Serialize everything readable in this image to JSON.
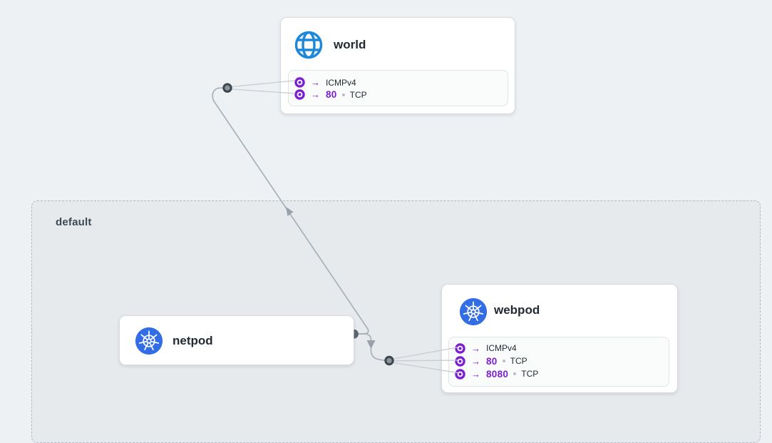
{
  "namespace": {
    "label": "default"
  },
  "nodes": {
    "world": {
      "title": "world",
      "icon": "globe-icon",
      "ports": [
        {
          "protocol": "ICMPv4"
        },
        {
          "port": "80",
          "protocol": "TCP"
        }
      ]
    },
    "netpod": {
      "title": "netpod",
      "icon": "kubernetes-icon",
      "ports": []
    },
    "webpod": {
      "title": "webpod",
      "icon": "kubernetes-icon",
      "ports": [
        {
          "protocol": "ICMPv4"
        },
        {
          "port": "80",
          "protocol": "TCP"
        },
        {
          "port": "8080",
          "protocol": "TCP"
        }
      ]
    }
  },
  "edges": [
    {
      "from": "netpod",
      "to": "world"
    },
    {
      "from": "netpod",
      "to": "webpod"
    }
  ],
  "colors": {
    "accent_purple": "#7a1fd0",
    "globe_blue": "#1d87d8",
    "kubernetes_blue": "#326de6",
    "edge_gray": "#a9b0b8",
    "fan_line_gray": "#c8cdd2",
    "arrowhead_gray": "#99a1aa",
    "connector_ring": "#3c444d",
    "connector_fill": "#8b939b",
    "namespace_bg": "#e7eaec",
    "canvas_bg": "#eef1f4"
  }
}
